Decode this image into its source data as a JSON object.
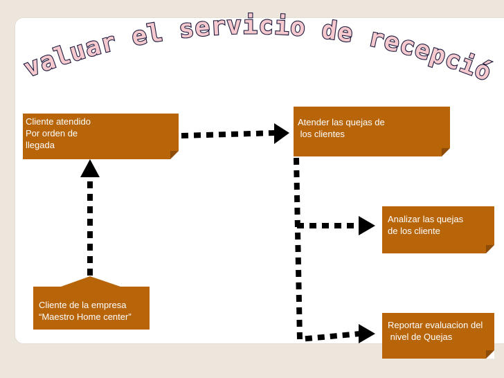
{
  "title": "Evaluar el servicio de recepción",
  "boxes": {
    "cliente_atendido": "Cliente atendido\nPor orden de\nllegada",
    "atender_quejas": "Atender las quejas de\n los clientes",
    "analizar_quejas": "Analizar las quejas\nde los cliente",
    "reportar": "Reportar evaluacion del\n nivel de Quejas",
    "cliente_empresa": "Cliente de la empresa\n“Maestro Home center”"
  },
  "colors": {
    "box_fill": "#b8650a",
    "box_text": "#ffffff",
    "connector": "#000000",
    "title_fill": "#f6c9cf",
    "title_outline": "#18163a"
  }
}
